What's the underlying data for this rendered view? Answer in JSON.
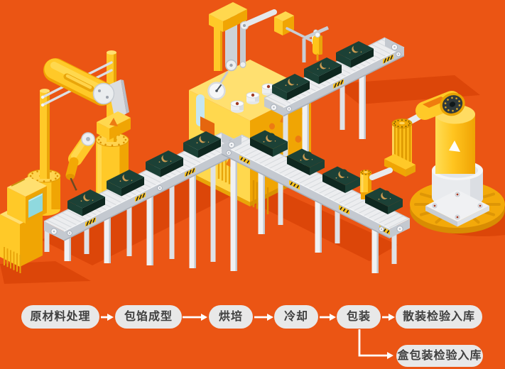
{
  "palette": {
    "bg": "#EB5514",
    "shadow": "#DC4609",
    "yellow": "#FFC928",
    "yellowLight": "#FFD84E",
    "yellowPale": "#FFE070",
    "gold": "#F0A504",
    "goldDeep": "#DB9202",
    "beltTop": "#ECEDEF",
    "beltRib": "#D7DADE",
    "beltSide": "#C4C9D0",
    "beltSideDark": "#A9B0B9",
    "leg": "#F0F1F3",
    "legShade": "#C3C8CE",
    "legBack": "#DFE2E6",
    "steel": "#CDD2D8",
    "steelLight": "#E8EAED",
    "steelDark": "#9BA3AC",
    "boxTop": "#1C4136",
    "boxShort": "#1B4035",
    "boxLong": "#0E271F",
    "crescent": "#CB9C52",
    "screen": "#8FD9DE",
    "blueGlass": "#C5E6F2",
    "hazard": "#FFC41A",
    "hazardStripe": "#212121",
    "doorOrange": "#E5660F",
    "accentOrange": "#ED7B12",
    "discGold": "#F3A90A",
    "discRim": "#D88C03",
    "tickGold": "#DE9606",
    "white": "#FFFFFF",
    "plateTop": "#F0F1F3",
    "boltRed": "#A63A24",
    "jointDark": "#30393B",
    "nodeBg": "#E8E8E8",
    "nodeText": "#3F3F3F",
    "arrow": "#FFFFFF"
  },
  "illustration": {
    "parts": [
      "robotic-arm-left",
      "control-terminal",
      "conveyor-infeed",
      "baking-oven",
      "tower-lift",
      "overhead-gantry",
      "conveyor-upper",
      "conveyor-outfeed",
      "inspection-sensor",
      "packing-robot-station"
    ],
    "product": "mooncake-boxes"
  },
  "flow": {
    "nodes": [
      {
        "id": "raw",
        "label": "原材料处理"
      },
      {
        "id": "fill",
        "label": "包馅成型"
      },
      {
        "id": "bake",
        "label": "烘培"
      },
      {
        "id": "cool",
        "label": "冷却"
      },
      {
        "id": "pack",
        "label": "包装"
      },
      {
        "id": "bulk",
        "label": "散装检验入库"
      },
      {
        "id": "boxed",
        "label": "盒包装检验入库"
      }
    ]
  }
}
